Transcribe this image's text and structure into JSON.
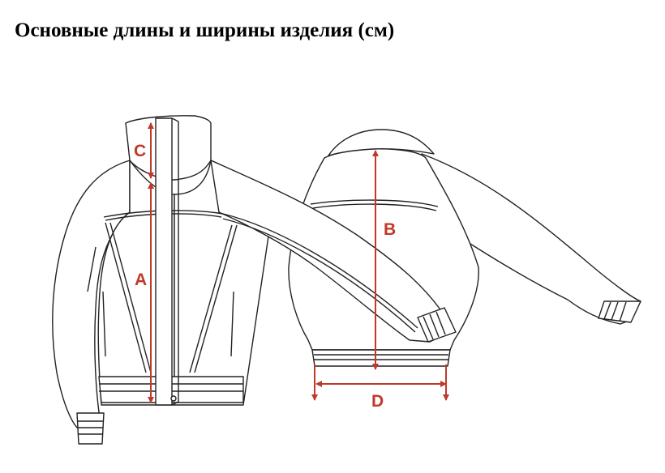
{
  "title": "Основные длины и ширины изделия (см)",
  "measurements": [
    {
      "key": "c",
      "label": "C"
    },
    {
      "key": "a",
      "label": "A"
    },
    {
      "key": "b",
      "label": "B"
    },
    {
      "key": "d",
      "label": "D"
    }
  ],
  "colors": {
    "outline": "#222222",
    "measure": "#c0392b",
    "background": "#ffffff"
  }
}
